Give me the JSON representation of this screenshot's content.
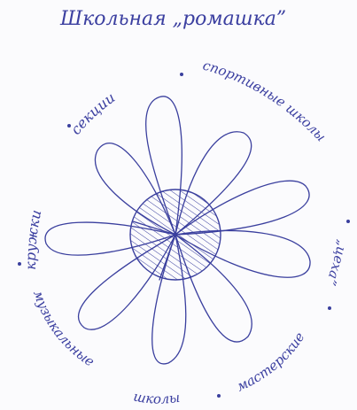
{
  "title": "Школьная „ромашка”",
  "ring_labels": [
    "кружки",
    "секции",
    "спортивные школы",
    "„цеха”",
    "мастерские",
    "школы",
    "музыкальные"
  ],
  "colors": {
    "ink": "#3a3f9e",
    "paper": "#fbfbfd"
  }
}
